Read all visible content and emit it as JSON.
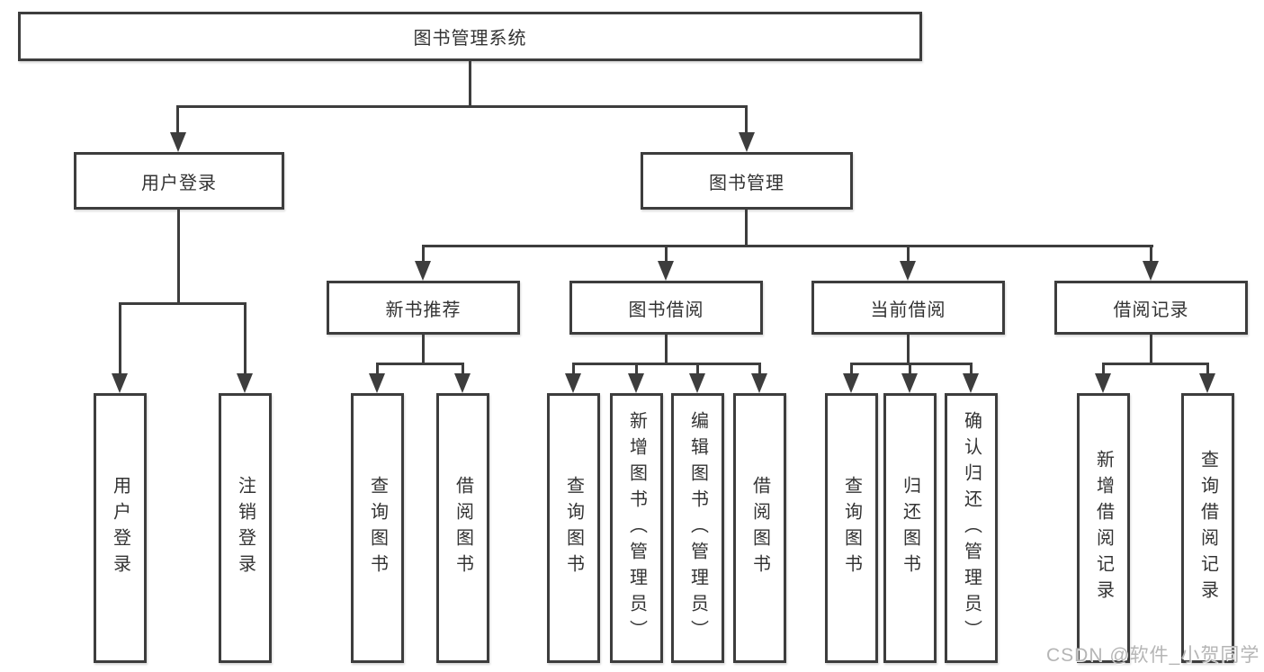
{
  "diagram": {
    "root": {
      "label": "图书管理系统",
      "children": [
        {
          "label": "用户登录",
          "children": [
            {
              "label": "用户登录"
            },
            {
              "label": "注销登录"
            }
          ]
        },
        {
          "label": "图书管理",
          "children": [
            {
              "label": "新书推荐",
              "children": [
                {
                  "label": "查询图书"
                },
                {
                  "label": "借阅图书"
                }
              ]
            },
            {
              "label": "图书借阅",
              "children": [
                {
                  "label": "查询图书"
                },
                {
                  "label": "新增图书（管理员）"
                },
                {
                  "label": "编辑图书（管理员）"
                },
                {
                  "label": "借阅图书"
                }
              ]
            },
            {
              "label": "当前借阅",
              "children": [
                {
                  "label": "查询图书"
                },
                {
                  "label": "归还图书"
                },
                {
                  "label": "确认归还（管理员）"
                }
              ]
            },
            {
              "label": "借阅记录",
              "children": [
                {
                  "label": "新增借阅记录"
                },
                {
                  "label": "查询借阅记录"
                }
              ]
            }
          ]
        }
      ]
    },
    "watermark": "CSDN @软件_小贺同学",
    "colors": {
      "line": "#3d3d3d",
      "text": "#333333",
      "background": "#ffffff",
      "watermark": "#b5b5b5"
    }
  }
}
